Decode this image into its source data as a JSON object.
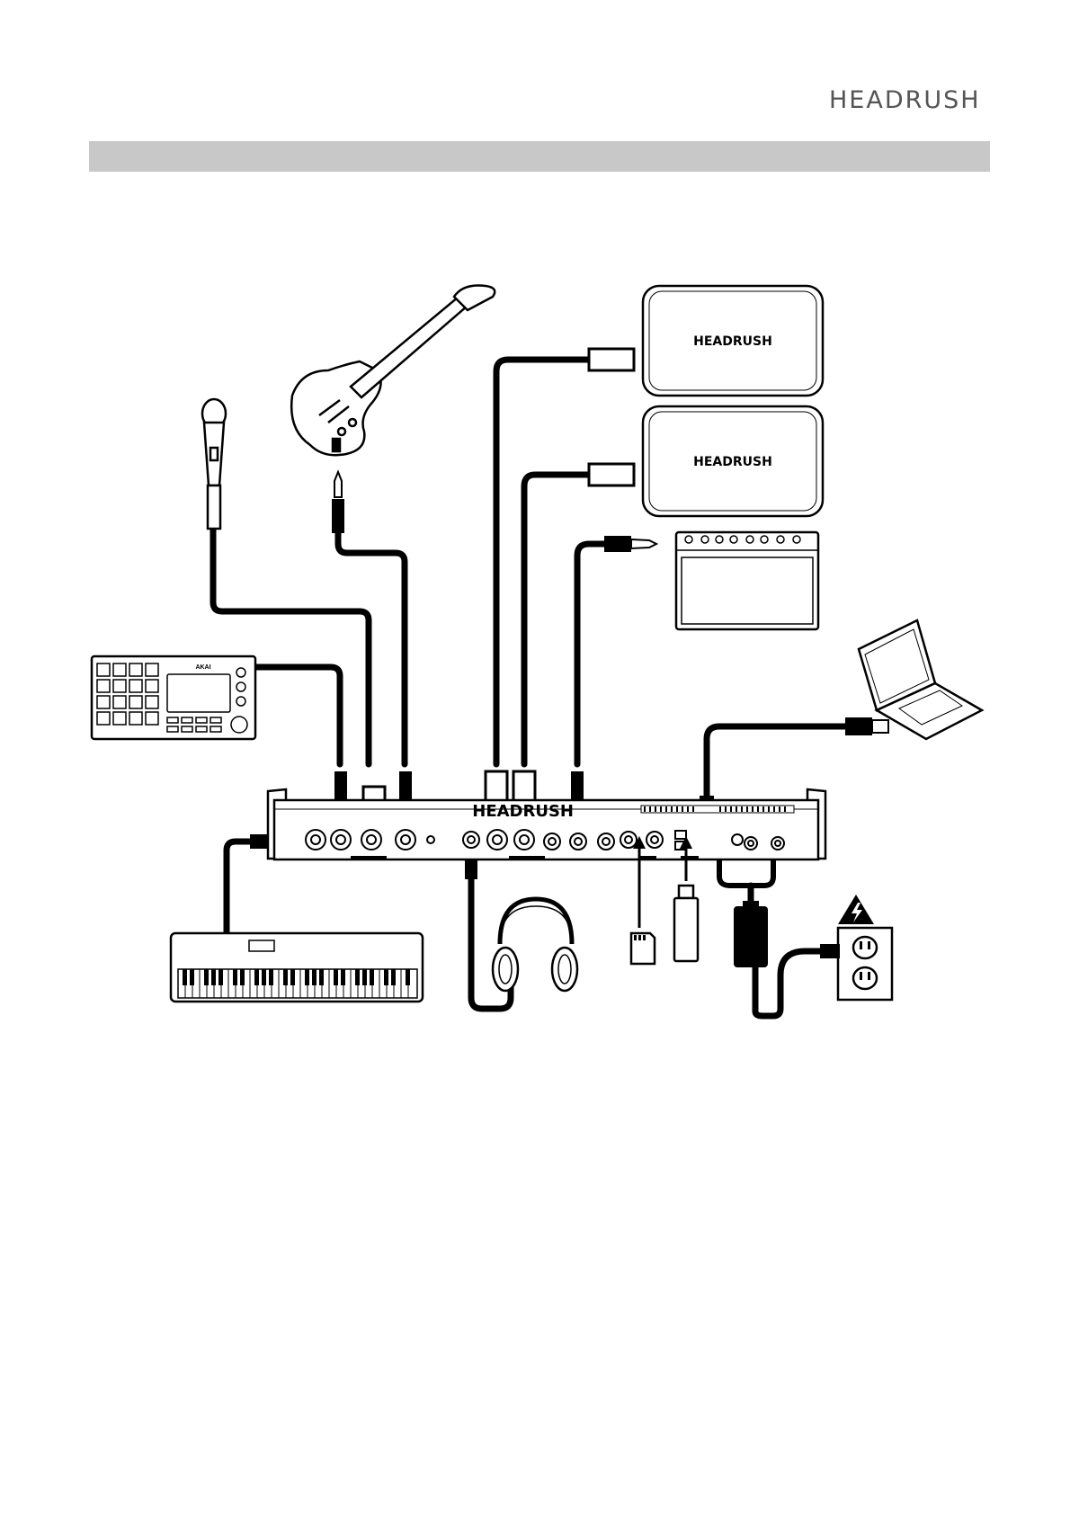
{
  "brand": {
    "logo_text": "HEADRUSH",
    "speaker_label_1": "HEADRUSH",
    "speaker_label_2": "HEADRUSH",
    "unit_label": "HEADRUSH",
    "mpc_logo": "AKAI"
  },
  "header_bar": {
    "color": "#c8c8c8"
  },
  "colors": {
    "line": "#000000",
    "background": "#ffffff"
  },
  "icons": [
    "microphone-icon",
    "electric-guitar-icon",
    "powered-speaker-icon",
    "audio-interface-icon",
    "laptop-icon",
    "mpc-sampler-icon",
    "midi-keyboard-icon",
    "headphones-icon",
    "sd-card-icon",
    "usb-flash-drive-icon",
    "power-adapter-icon",
    "wall-outlet-icon",
    "high-voltage-warning-icon",
    "headrush-rear-panel-icon"
  ]
}
